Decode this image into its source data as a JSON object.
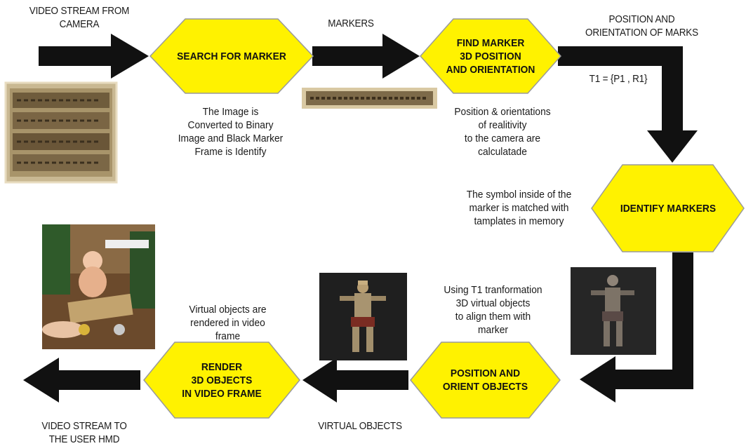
{
  "nodes": {
    "search": "SEARCH FOR MARKER",
    "find": "FIND MARKER\n3D POSITION\nAND ORIENTATION",
    "identify": "IDENTIFY MARKERS",
    "position": "POSITION AND\nORIENT OBJECTS",
    "render": "RENDER\n3D OBJECTS\nIN VIDEO FRAME"
  },
  "edge_labels": {
    "video_in": "VIDEO STREAM FROM\nCAMERA",
    "markers": "MARKERS",
    "pos_orient": "POSITION AND\nORIENTATION OF MARKS",
    "transform": "T1 = {P1 , R1}",
    "virtual_objects": "VIRTUAL OBJECTS",
    "video_out": "VIDEO STREAM TO\nTHE USER  HMD"
  },
  "captions": {
    "search": "The Image is\nConverted to Binary\nImage and Black Marker\nFrame is Identify",
    "find": "Position & orientations\nof realitivity\nto the camera are\ncalculatade",
    "identify": "The symbol inside of the\nmarker is matched with\ntamplates in memory",
    "position": "Using T1 tranformation\n3D virtual objects\nto align them with\nmarker",
    "render": "Virtual objects are\nrendered in video\nframe"
  },
  "colors": {
    "hex_fill": "#fff200",
    "hex_stroke": "#9a9a9a",
    "arrow": "#111111"
  }
}
